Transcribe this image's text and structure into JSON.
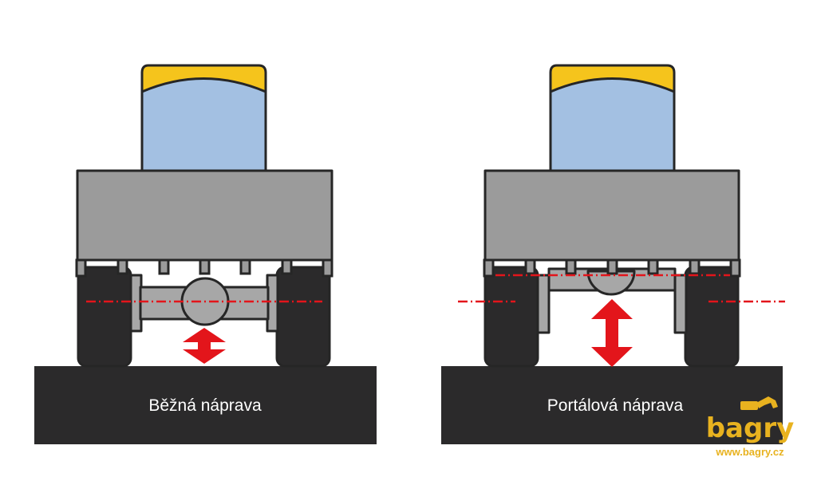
{
  "panels": [
    {
      "label": "Běžná náprava"
    },
    {
      "label": "Portálová náprava"
    }
  ],
  "watermark": {
    "logo": "bagry",
    "url": "www.bagry.cz"
  },
  "colors": {
    "ground": "#2b2a2b",
    "tire": "#2b2a2b",
    "body": "#9b9b9b",
    "glass": "#a3c0e2",
    "roof": "#f5c41c",
    "axle": "#a7a7a7",
    "centerline": "#e3151b",
    "arrow": "#e3151b",
    "brand": "#e8b21f"
  }
}
